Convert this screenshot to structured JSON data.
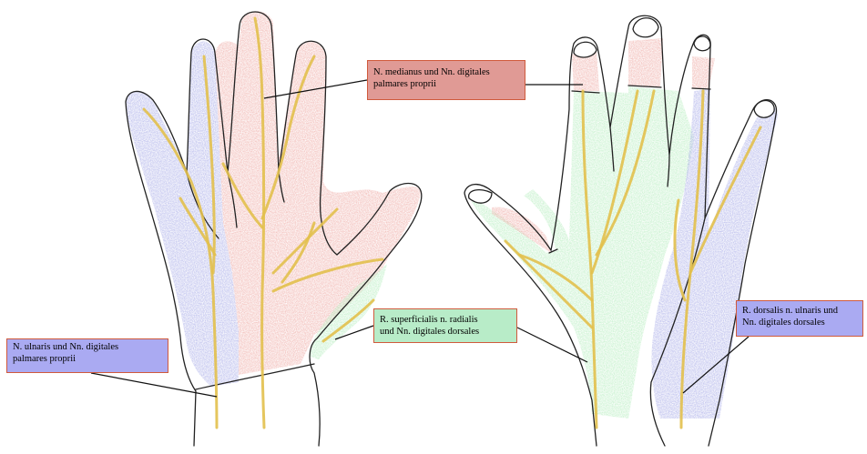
{
  "labels": {
    "medianus": {
      "line1": "N. medianus und Nn. digitales",
      "line2": "palmares proprii",
      "color": "#e09a95"
    },
    "ulnaris": {
      "line1": "N. ulnaris und Nn. digitales",
      "line2": "palmares proprii",
      "color": "#aaaaf2"
    },
    "radialis": {
      "line1": "R. superficialis n. radialis",
      "line2": "und Nn. digitales dorsales",
      "color": "#b8ecc8"
    },
    "dorsalis_ulnaris": {
      "line1": "R. dorsalis n. ulnaris und",
      "line2": "Nn. digitales dorsales",
      "color": "#aaaaf2"
    }
  },
  "colors": {
    "median_zone": "#f0b3ae",
    "ulnar_zone": "#b1b4ea",
    "radial_zone": "#bdefc5",
    "nerve": "#e2c04c",
    "outline": "#222222"
  }
}
